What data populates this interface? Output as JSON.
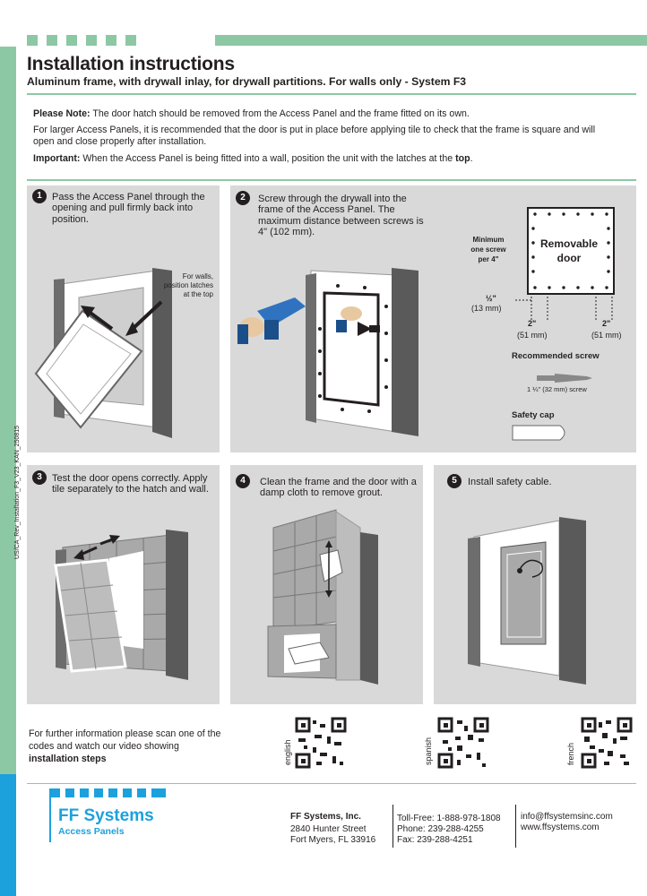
{
  "header": {
    "title": "Installation instructions",
    "subtitle": "Aluminum frame, with drywall inlay, for drywall partitions. For walls only - System F3"
  },
  "notes": {
    "note1_label": "Please Note:",
    "note1_text": " The door hatch should be removed from the Access Panel and the frame fitted on its own.",
    "note2_text": "For larger Access Panels, it is recommended that the door is put in place before applying tile to check that the frame is square and will open and close properly after installation.",
    "note3_label": "Important:",
    "note3_text_a": " When the Access Panel is being fitted into a wall, position the unit with the latches at the ",
    "note3_bold": "top",
    "note3_end": "."
  },
  "steps": [
    {
      "num": "1",
      "text": "Pass the Access Panel through the opening and pull firmly back into position.",
      "callout": "For walls, position latches at the top"
    },
    {
      "num": "2",
      "text": "Screw through the drywall into the frame of the Access Panel. The maximum distance between screws is 4\" (102 mm)."
    },
    {
      "num": "3",
      "text": "Test the door opens correctly. Apply tile separately to the hatch and wall."
    },
    {
      "num": "4",
      "text": "Clean the frame and the door with a damp cloth to remove grout."
    },
    {
      "num": "5",
      "text": "Install safety cable."
    }
  ],
  "diagram": {
    "min_screw": "Minimum one screw per 4\"",
    "door_label_1": "Removable",
    "door_label_2": "door",
    "half_inch": "½\"",
    "half_mm": "(13 mm)",
    "two_in_a": "2\"",
    "two_in_b": "2\"",
    "mm51_a": "(51 mm)",
    "mm51_b": "(51 mm)",
    "rec_screw": "Recommended screw",
    "screw_size": "1 ¼\" (32 mm) screw",
    "safety_cap": "Safety cap"
  },
  "side_code": "US/CA_Rev_Installation_F3_V23_KAN_250815",
  "further": {
    "text_a": "For further information please scan one of the codes and watch our video showing ",
    "text_b": "installation steps"
  },
  "qr_labels": [
    "english",
    "spanish",
    "french"
  ],
  "footer": {
    "brand": "FF Systems",
    "brand_sub": "Access Panels",
    "company": "FF Systems, Inc.",
    "street": "2840 Hunter Street",
    "city": "Fort Myers, FL 33916",
    "tollfree": "Toll-Free: 1-888-978-1808",
    "phone": "Phone: 239-288-4255",
    "fax": "Fax: 239-288-4251",
    "email": "info@ffsystemsinc.com",
    "web": "www.ffsystems.com"
  },
  "colors": {
    "green_accent": "#8cc8a4",
    "blue_brand": "#1ca1dd",
    "panel_grey": "#d9d9d9"
  }
}
